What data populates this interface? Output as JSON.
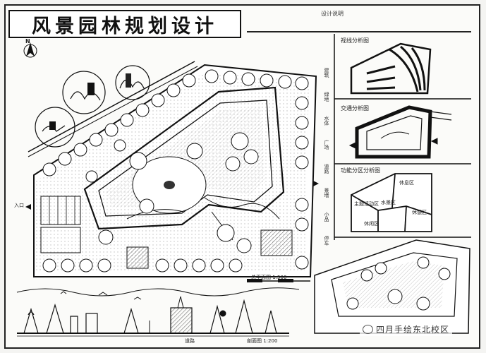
{
  "title": "风景园林规划设计",
  "header_tag": "设计说明",
  "north_label": "N",
  "analysis": {
    "a1": "视线分析图",
    "a2": "交通分析图",
    "a3": "功能分区分析图",
    "zones": [
      "休息区",
      "主题活动区",
      "水景区",
      "休憩区",
      "休闲区"
    ]
  },
  "plan_labels": {
    "entrance": "入口",
    "scale": "总平面图 1:500",
    "section": "剖面图 1:200",
    "road": "道路"
  },
  "side_legend": [
    "建筑",
    "绿地",
    "水体",
    "广场",
    "道路",
    "景墙",
    "小品",
    "停车"
  ],
  "watermark": "四月手绘东北校区"
}
